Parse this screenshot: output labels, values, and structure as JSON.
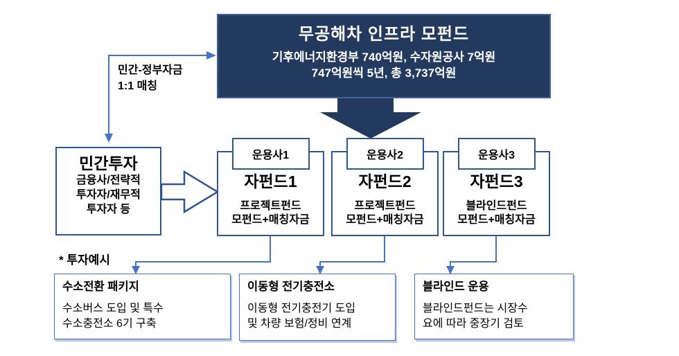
{
  "colors": {
    "navy": "#233A5E",
    "border-dark": "#2F5597",
    "connector": "#4472C4",
    "shadow": "#B4C7E7"
  },
  "top_box": {
    "title": "무공해차 인프라 모펀드",
    "subtitle_line1": "기후에너지환경부 740억원, 수자원공사 7억원",
    "subtitle_line2": "747억원씩 5년, 총 3,737억원"
  },
  "matching_label": {
    "line1": "민간-정부자금",
    "line2": "1:1 매칭"
  },
  "private_box": {
    "title": "민간투자",
    "line1": "금융사/전략적",
    "line2": "투자자/재무적",
    "line3": "투자자 등"
  },
  "funds": [
    {
      "manager": "운용사1",
      "name": "자펀드1",
      "type": "프로젝트펀드",
      "funding": "모펀드+매칭자금"
    },
    {
      "manager": "운용사2",
      "name": "자펀드2",
      "type": "프로젝트펀드",
      "funding": "모펀드+매칭자금"
    },
    {
      "manager": "운용사3",
      "name": "자펀드3",
      "type": "블라인드펀드",
      "funding": "모펀드+매칭자금"
    }
  ],
  "examples_label": "* 투자예시",
  "examples": [
    {
      "title": "수소전환 패키지",
      "line1": "수소버스 도입 및 특수",
      "line2": "수소충전소 6기 구축"
    },
    {
      "title": "이동형 전기충전소",
      "line1": "이동형 전기충전기 도입",
      "line2": "및 차량 보험/정비 연계"
    },
    {
      "title": "블라인드 운용",
      "line1": "블라인드펀드는 시장수",
      "line2": "요에 따라 중장기 검토"
    }
  ]
}
